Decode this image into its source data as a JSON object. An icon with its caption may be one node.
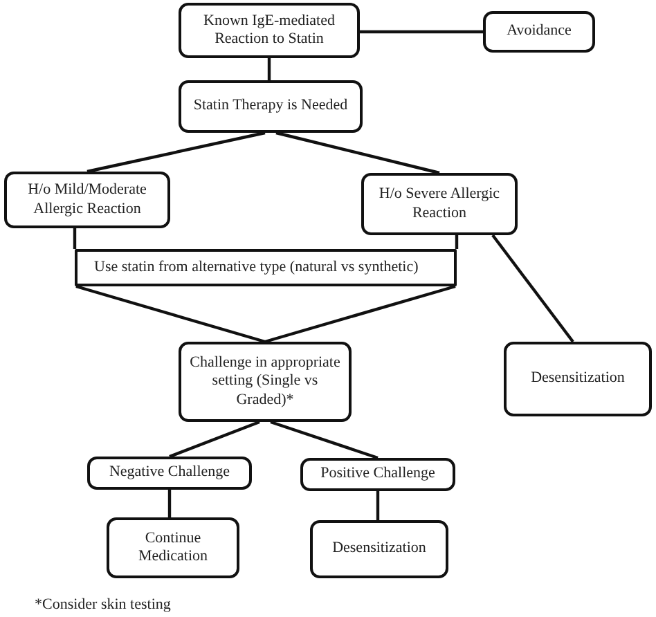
{
  "diagram": {
    "nodes": [
      {
        "text": [
          "Known IgE-mediated Reaction to Statin"
        ]
      },
      {
        "text": [
          "Avoidance"
        ]
      },
      {
        "text": [
          "Statin Therapy is Needed"
        ]
      },
      {
        "text": [
          "H/o Mild/Moderate Allergic Reaction"
        ]
      },
      {
        "text": [
          "H/o Severe Allergic Reaction"
        ]
      },
      {
        "text": [
          "Use statin from alternative type (natural vs synthetic)"
        ]
      },
      {
        "text": [
          "Challenge in appropriate setting (Single vs Graded)*"
        ]
      },
      {
        "text": [
          "Desensitization"
        ]
      },
      {
        "text": [
          "Negative Challenge"
        ]
      },
      {
        "text": [
          "Positive Challenge"
        ]
      },
      {
        "text": [
          "Continue Medication"
        ]
      },
      {
        "text": [
          "Desensitization"
        ]
      }
    ],
    "edges": [
      {
        "from": 0,
        "to": 1,
        "arrow": "none"
      },
      {
        "from": 0,
        "to": 2,
        "arrow": "none"
      },
      {
        "from": 2,
        "to": 3,
        "arrow": "none"
      },
      {
        "from": 2,
        "to": 4,
        "arrow": "none"
      },
      {
        "from": 3,
        "to": 5,
        "arrow": "none"
      },
      {
        "from": 4,
        "to": 5,
        "arrow": "none"
      },
      {
        "from": 4,
        "to": 7,
        "arrow": "none"
      },
      {
        "from": 5,
        "to": 6,
        "arrow": "none"
      },
      {
        "from": 6,
        "to": 8,
        "arrow": "none"
      },
      {
        "from": 6,
        "to": 9,
        "arrow": "none"
      },
      {
        "from": 8,
        "to": 10,
        "arrow": "none"
      },
      {
        "from": 9,
        "to": 11,
        "arrow": "none"
      }
    ],
    "labels": [
      "*Consider skin testing"
    ]
  }
}
